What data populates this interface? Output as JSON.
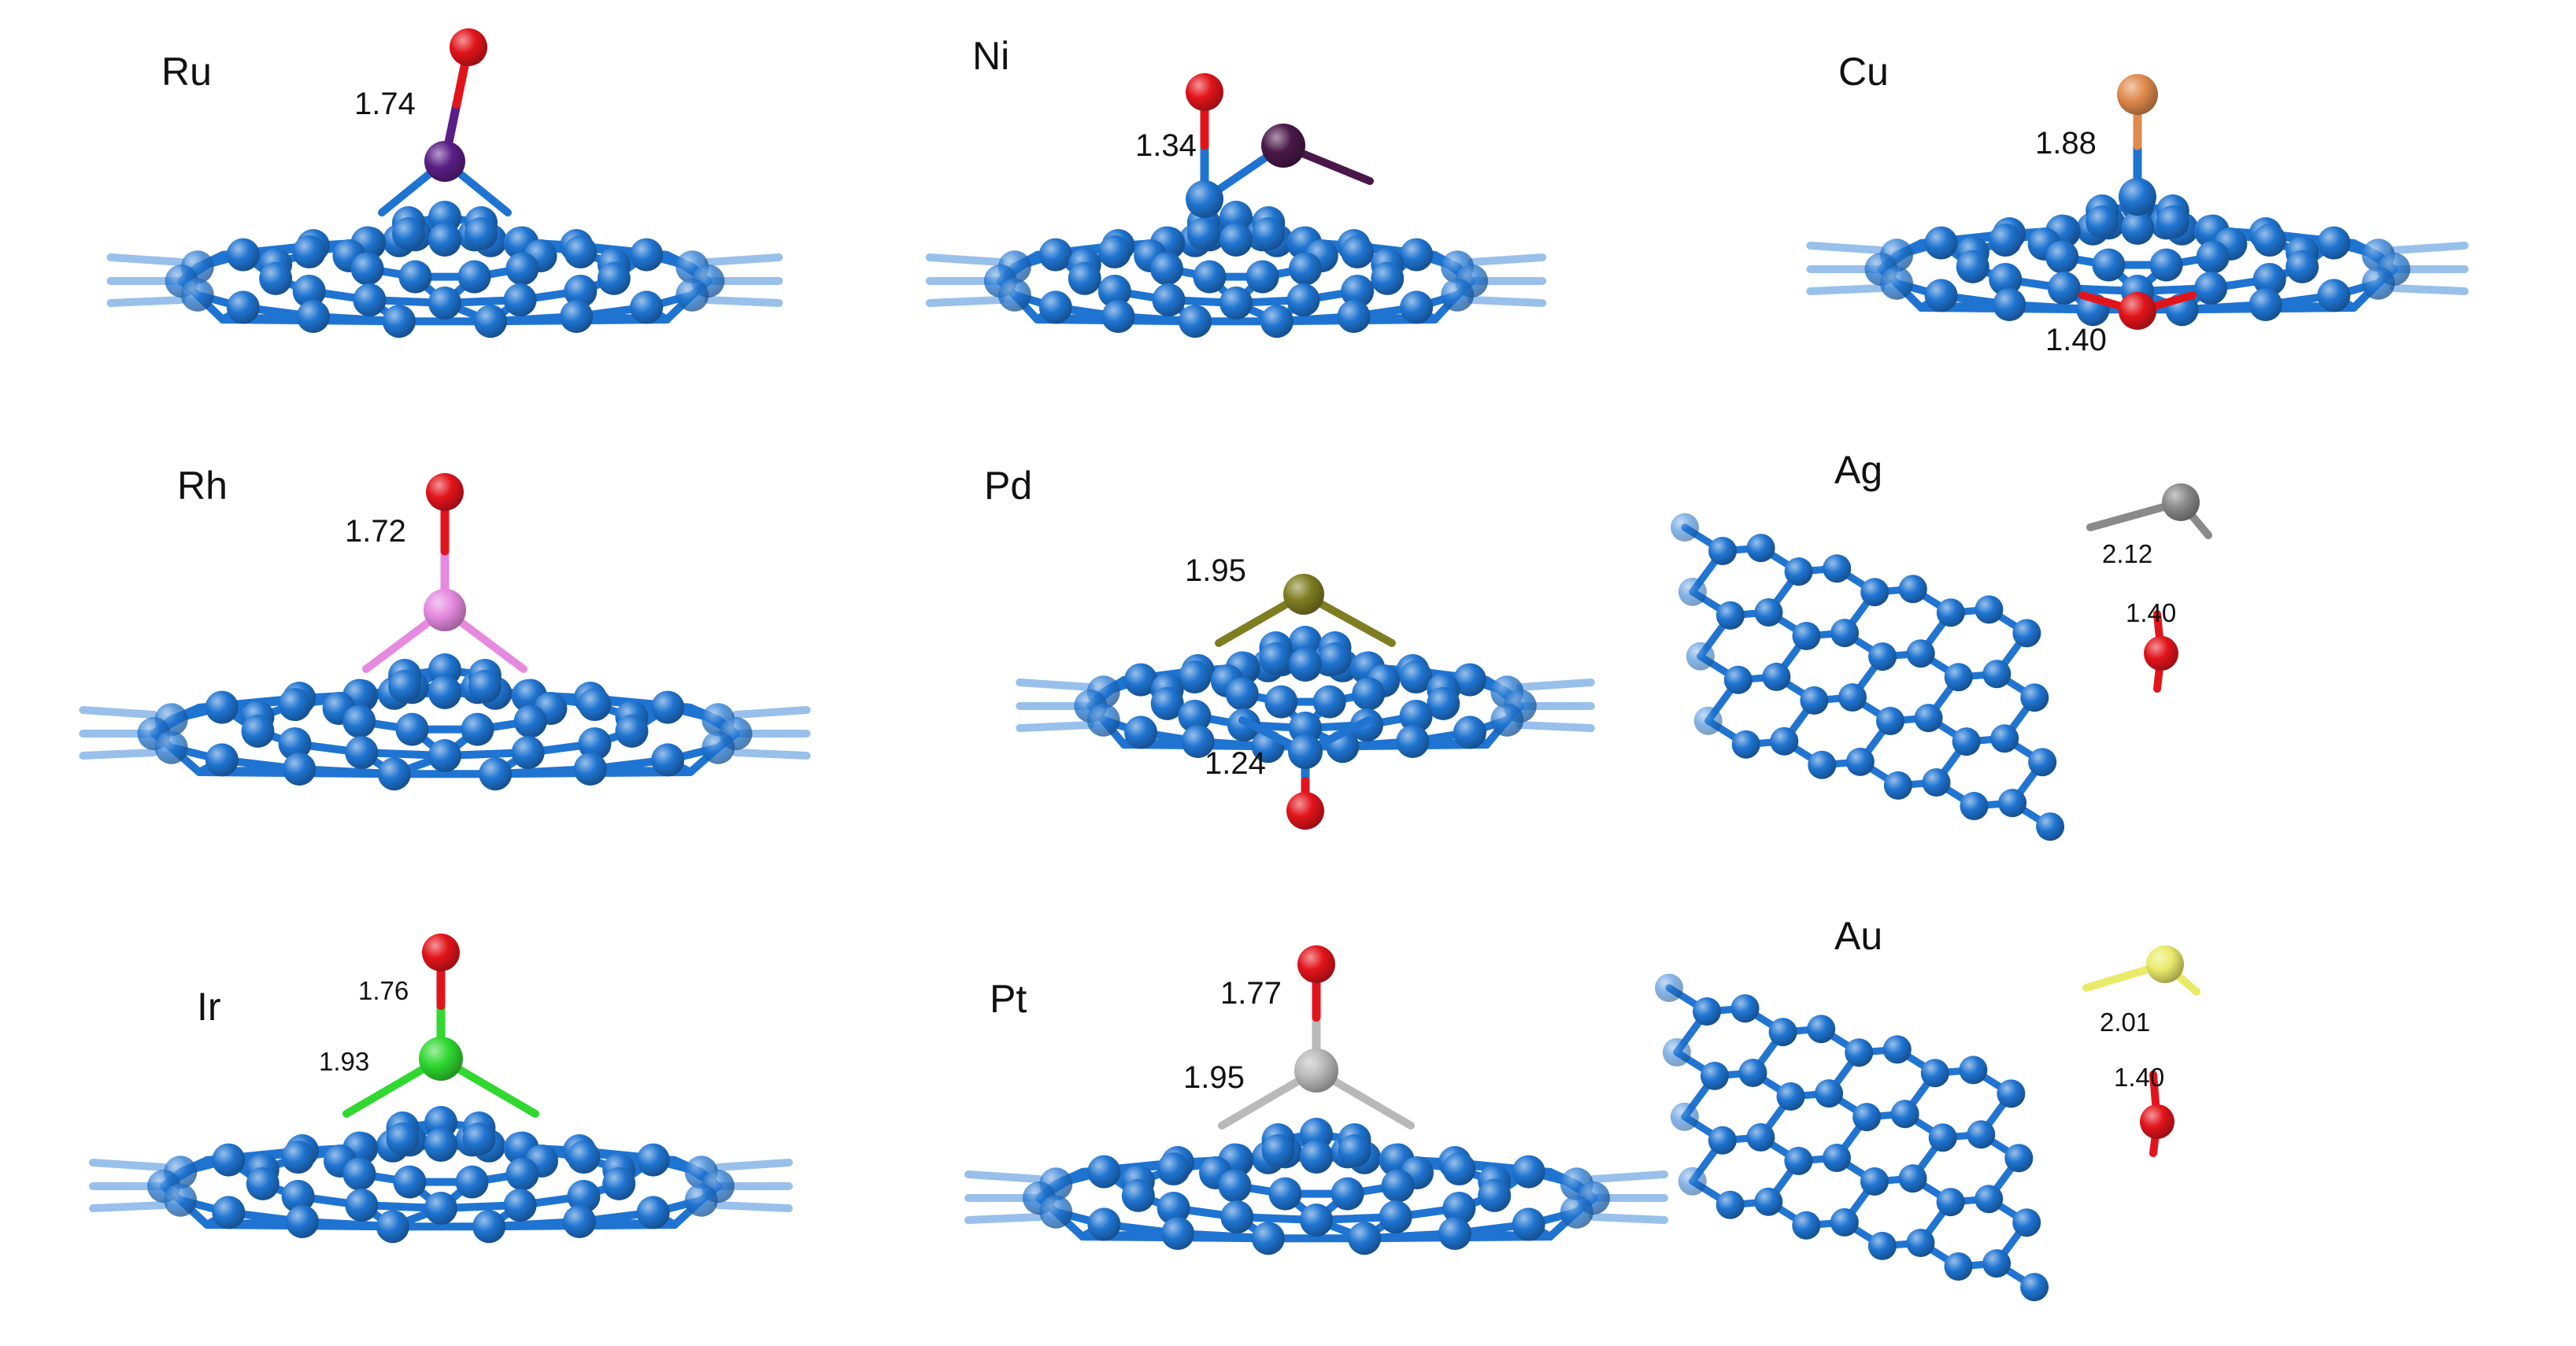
{
  "colors": {
    "carbon": "#1f74d1",
    "oxygen": "#e2141b",
    "Ru": "#5a1f86",
    "Ni": "#4a1848",
    "Cu": "#e08a4c",
    "Rh": "#e68ae0",
    "Pd": "#7f7d22",
    "Ag": "#8a8a8a",
    "Ir": "#30d830",
    "Pt": "#b9b9b9",
    "Au": "#eaea6a"
  },
  "panels": [
    {
      "id": "ru",
      "element": "Ru",
      "labels": [
        "1.74"
      ]
    },
    {
      "id": "ni",
      "element": "Ni",
      "labels": [
        "1.34"
      ]
    },
    {
      "id": "cu",
      "element": "Cu",
      "labels": [
        "1.88",
        "1.40"
      ]
    },
    {
      "id": "rh",
      "element": "Rh",
      "labels": [
        "1.72"
      ]
    },
    {
      "id": "pd",
      "element": "Pd",
      "labels": [
        "1.95",
        "1.24"
      ]
    },
    {
      "id": "ag",
      "element": "Ag",
      "labels": [
        "2.12",
        "1.40"
      ]
    },
    {
      "id": "ir",
      "element": "Ir",
      "labels": [
        "1.76",
        "1.93"
      ]
    },
    {
      "id": "pt",
      "element": "Pt",
      "labels": [
        "1.77",
        "1.95"
      ]
    },
    {
      "id": "au",
      "element": "Au",
      "labels": [
        "2.01",
        "1.40"
      ]
    }
  ]
}
